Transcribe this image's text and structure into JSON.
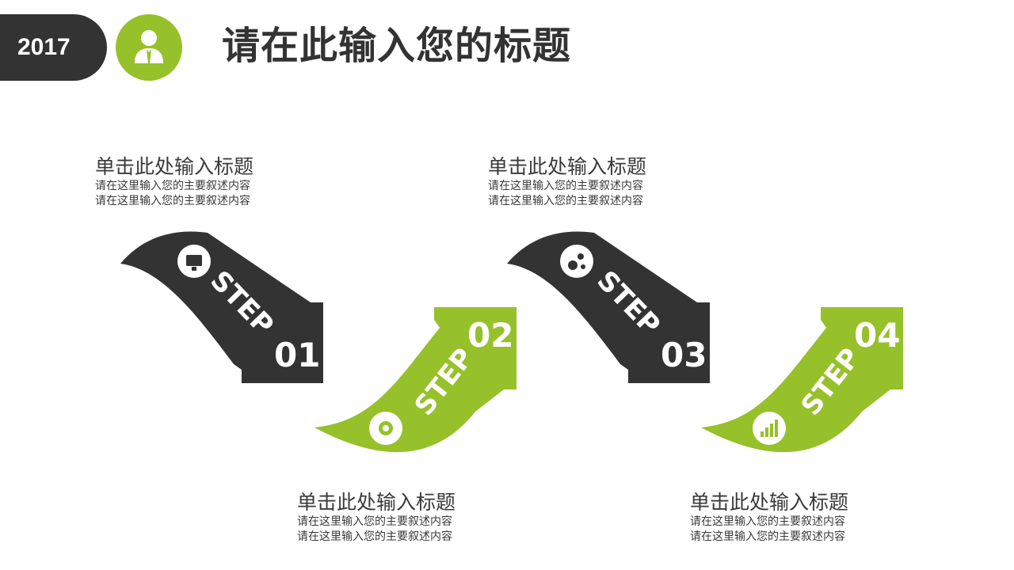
{
  "header": {
    "year": "2017",
    "title": "请在此输入您的标题",
    "avatar_icon": "user-icon"
  },
  "colors": {
    "dark": "#333333",
    "accent": "#96c12a",
    "text": "#3a3a3a"
  },
  "steps": [
    {
      "word": "STEP",
      "number": "01",
      "icon": "monitor-icon",
      "color": "dark",
      "title": "单击此处输入标题",
      "lines": [
        "请在这里输入您的主要叙述内容",
        "请在这里输入您的主要叙述内容"
      ]
    },
    {
      "word": "STEP",
      "number": "02",
      "icon": "settings-gear-icon",
      "color": "accent",
      "title": "单击此处输入标题",
      "lines": [
        "请在这里输入您的主要叙述内容",
        "请在这里输入您的主要叙述内容"
      ]
    },
    {
      "word": "STEP",
      "number": "03",
      "icon": "bubbles-icon",
      "color": "dark",
      "title": "单击此处输入标题",
      "lines": [
        "请在这里输入您的主要叙述内容",
        "请在这里输入您的主要叙述内容"
      ]
    },
    {
      "word": "STEP",
      "number": "04",
      "icon": "bar-chart-icon",
      "color": "accent",
      "title": "单击此处输入标题",
      "lines": [
        "请在这里输入您的主要叙述内容",
        "请在这里输入您的主要叙述内容"
      ]
    }
  ]
}
